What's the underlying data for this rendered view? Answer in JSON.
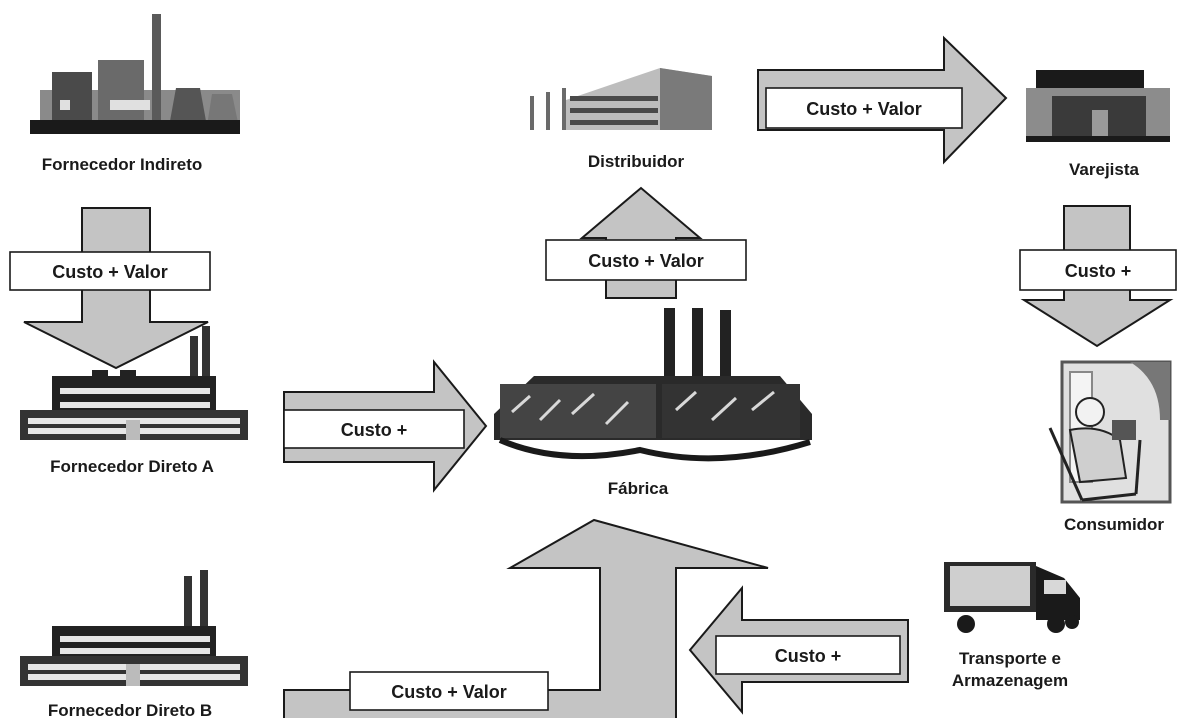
{
  "nodes": {
    "fornecedor_indireto": "Fornecedor Indireto",
    "fornecedor_direto_a": "Fornecedor Direto A",
    "fornecedor_direto_b": "Fornecedor Direto B",
    "fabrica": "Fábrica",
    "distribuidor": "Distribuidor",
    "varejista": "Varejista",
    "consumidor": "Consumidor",
    "transporte_line1": "Transporte e",
    "transporte_line2": "Armazenagem"
  },
  "arrows": {
    "indireto_to_a": "Custo + Valor",
    "a_to_fabrica": "Custo +",
    "b_to_fabrica": "Custo + Valor",
    "fabrica_to_distribuidor": "Custo + Valor",
    "distribuidor_to_varejista": "Custo + Valor",
    "varejista_to_consumidor": "Custo +",
    "transporte_to_fabrica": "Custo +"
  },
  "icons": {
    "fornecedor_indireto": "power-plant-icon",
    "fornecedor_direto_a": "factory-building-icon",
    "fornecedor_direto_b": "factory-building-icon",
    "fabrica": "factory-icon",
    "distribuidor": "office-building-icon",
    "varejista": "storefront-icon",
    "consumidor": "person-reading-icon",
    "transporte": "truck-icon"
  },
  "colors": {
    "arrow_fill": "#c4c4c4",
    "ink": "#1a1a1a",
    "background": "#ffffff"
  }
}
